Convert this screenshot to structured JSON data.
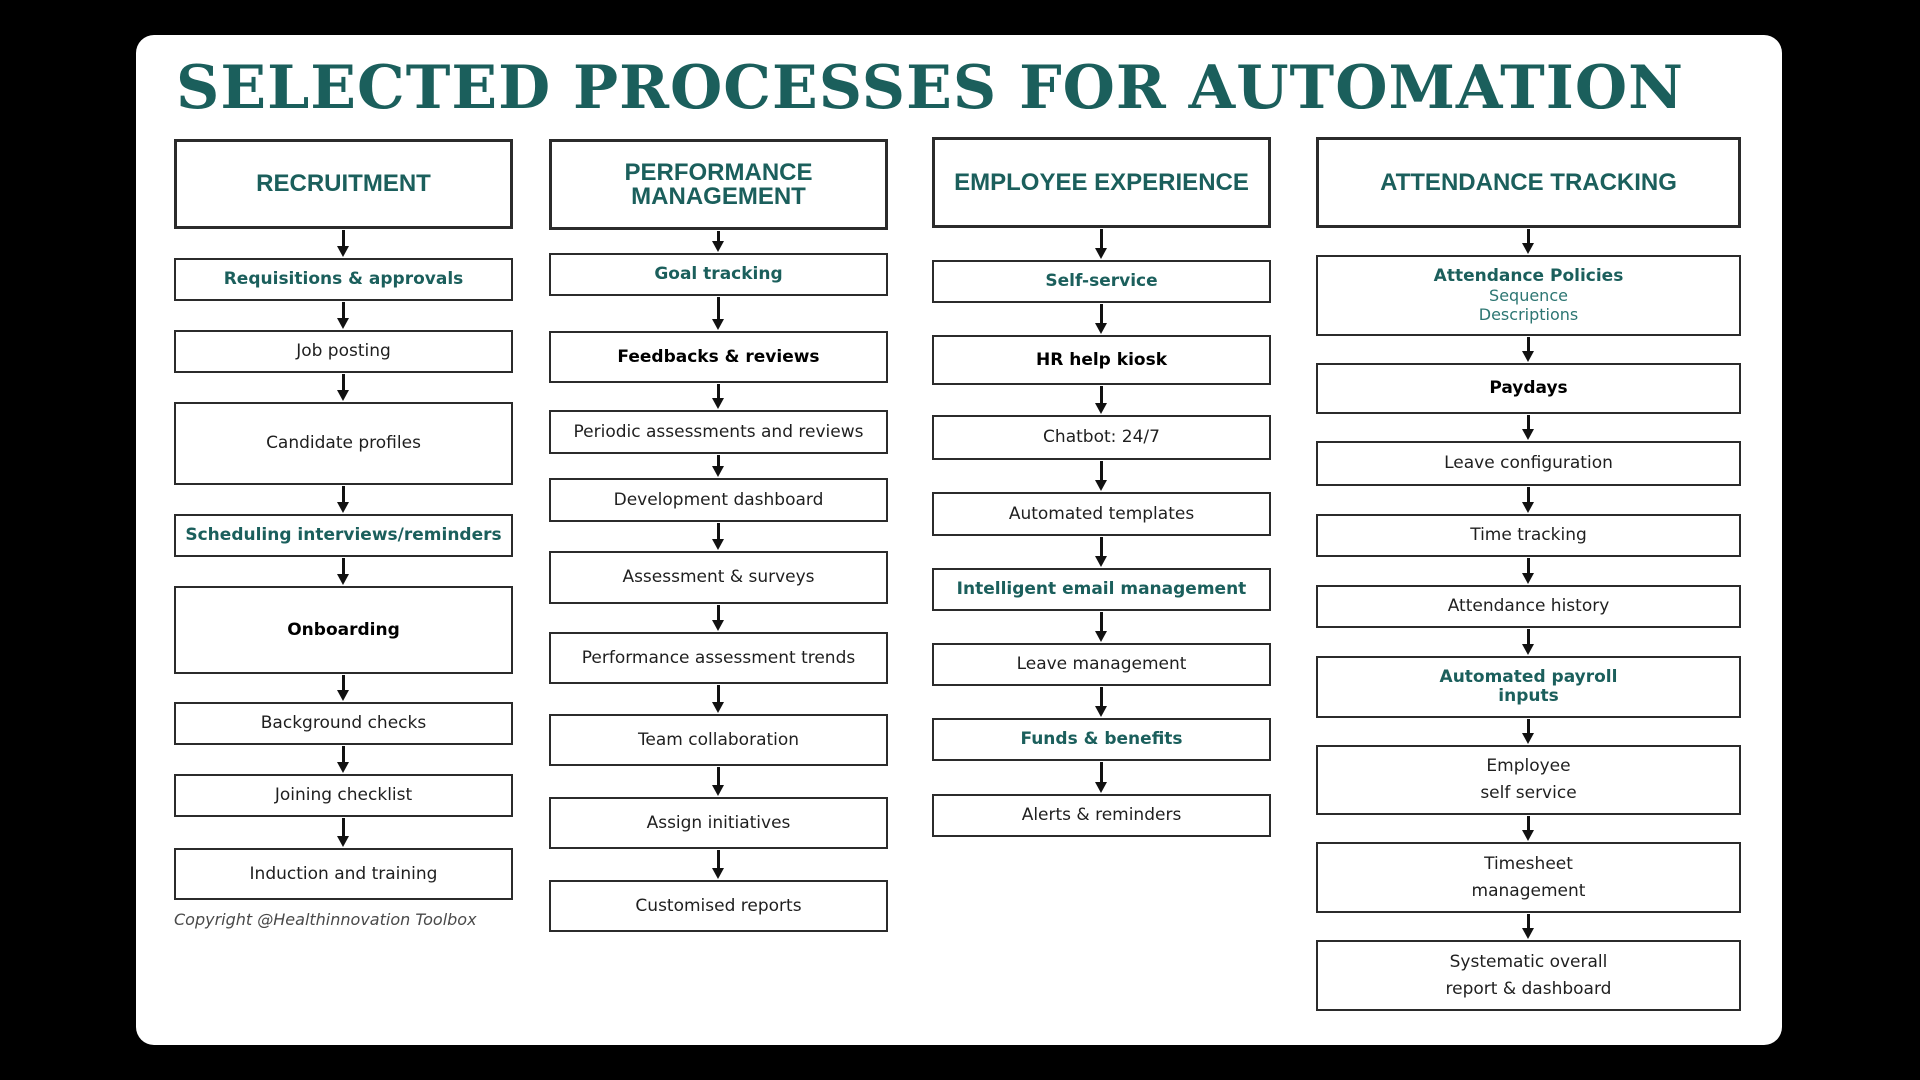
{
  "title": "SELECTED PROCESSES FOR AUTOMATION",
  "copyright": "Copyright @Healthinnovation Toolbox",
  "colors": {
    "background": "#000000",
    "card": "#ffffff",
    "accent": "#1b5f5c",
    "sub_accent": "#2d7672",
    "border": "#2b2b2b"
  },
  "columns": [
    {
      "header": "RECRUITMENT",
      "items": [
        {
          "label": "Requisitions & approvals",
          "style": "teal"
        },
        {
          "label": "Job posting",
          "style": "normal"
        },
        {
          "label": "Candidate profiles",
          "style": "normal"
        },
        {
          "label": "Scheduling interviews/reminders",
          "style": "teal"
        },
        {
          "label": "Onboarding",
          "style": "bold"
        },
        {
          "label": "Background checks",
          "style": "normal"
        },
        {
          "label": "Joining checklist",
          "style": "normal"
        },
        {
          "label": "Induction and training",
          "style": "normal"
        }
      ]
    },
    {
      "header": "PERFORMANCE\nMANAGEMENT",
      "items": [
        {
          "label": "Goal tracking",
          "style": "teal"
        },
        {
          "label": "Feedbacks & reviews",
          "style": "bold"
        },
        {
          "label": "Periodic assessments and reviews",
          "style": "normal"
        },
        {
          "label": "Development dashboard",
          "style": "normal"
        },
        {
          "label": "Assessment & surveys",
          "style": "normal"
        },
        {
          "label": "Performance assessment trends",
          "style": "normal"
        },
        {
          "label": "Team collaboration",
          "style": "normal"
        },
        {
          "label": "Assign initiatives",
          "style": "normal"
        },
        {
          "label": "Customised reports",
          "style": "normal"
        }
      ]
    },
    {
      "header": "EMPLOYEE EXPERIENCE",
      "items": [
        {
          "label": "Self-service",
          "style": "teal"
        },
        {
          "label": "HR help kiosk",
          "style": "bold"
        },
        {
          "label": "Chatbot: 24/7",
          "style": "normal"
        },
        {
          "label": "Automated templates",
          "style": "normal"
        },
        {
          "label": "Intelligent email management",
          "style": "teal"
        },
        {
          "label": "Leave management",
          "style": "normal"
        },
        {
          "label": "Funds & benefits",
          "style": "teal"
        },
        {
          "label": "Alerts & reminders",
          "style": "normal"
        }
      ]
    },
    {
      "header": "ATTENDANCE TRACKING",
      "items": [
        {
          "label": "Attendance Policies",
          "sub": "Sequence\nDescriptions",
          "style": "teal"
        },
        {
          "label": "Paydays",
          "style": "bold"
        },
        {
          "label": "Leave configuration",
          "style": "normal"
        },
        {
          "label": "Time tracking",
          "style": "normal"
        },
        {
          "label": "Attendance history",
          "style": "normal"
        },
        {
          "label": "Automated payroll\ninputs",
          "style": "teal"
        },
        {
          "label": "Employee\nself service",
          "style": "normal"
        },
        {
          "label": "Timesheet\nmanagement",
          "style": "normal"
        },
        {
          "label": "Systematic overall\nreport & dashboard",
          "style": "normal"
        }
      ]
    }
  ]
}
